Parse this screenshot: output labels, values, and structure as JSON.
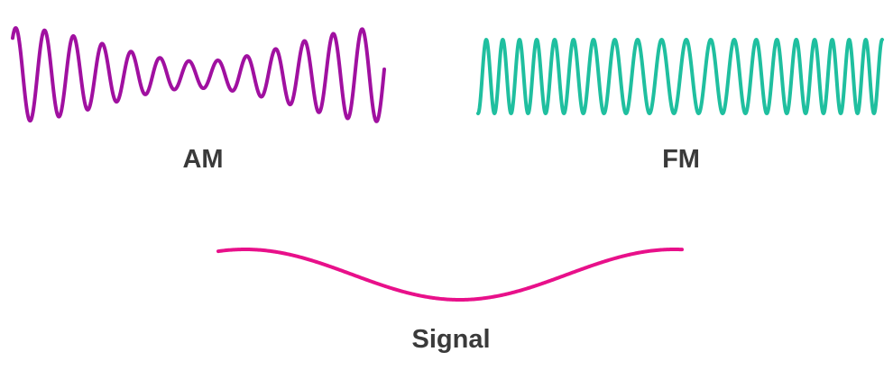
{
  "diagram": {
    "am": {
      "label": "AM",
      "color": "#a010a0"
    },
    "fm": {
      "label": "FM",
      "color": "#1fbf9f"
    },
    "signal": {
      "label": "Signal",
      "color": "#e8108a"
    }
  }
}
